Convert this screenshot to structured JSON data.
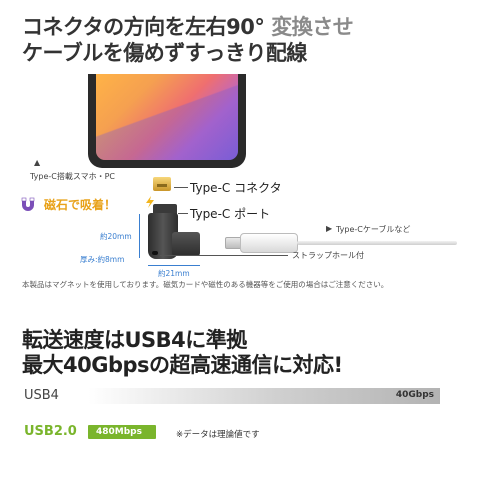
{
  "headline": {
    "line1_dark": "コネクタの方向を左右90°",
    "line1_light": " 変換させ",
    "line2": "ケーブルを傷めずすっきり配線"
  },
  "diagram": {
    "phone_label": "Type-C搭載スマホ・PC",
    "connector_label": "Type-C コネクタ",
    "port_label": "Type-C ポート",
    "magnet_text": "磁石で吸着！",
    "dim_height": "約20mm",
    "dim_thickness": "厚み:約8mm",
    "dim_width": "約21mm",
    "cable_label": "Type-Cケーブルなど",
    "strap_label": "ストラップホール付",
    "note": "本製品はマグネットを使用しております。磁気カードや磁性のある機器等をご使用の場合はご注意ください。"
  },
  "speed": {
    "line1": "転送速度はUSB4に準拠",
    "line2": "最大40Gbpsの超高速通信に対応!"
  },
  "chart_data": {
    "type": "bar",
    "categories": [
      "USB4",
      "USB2.0"
    ],
    "values": [
      40,
      0.48
    ],
    "value_labels": [
      "40Gbps",
      "480Mbps"
    ],
    "unit": "Gbps",
    "colors": {
      "usb4": "#b3b3b3",
      "usb2": "#7ab52c"
    }
  },
  "footnote": "※データは理論値です",
  "icons": {
    "magnet": "magnet-icon",
    "phone_triangle": "triangle-up-icon",
    "cable_triangle": "triangle-right-icon"
  }
}
